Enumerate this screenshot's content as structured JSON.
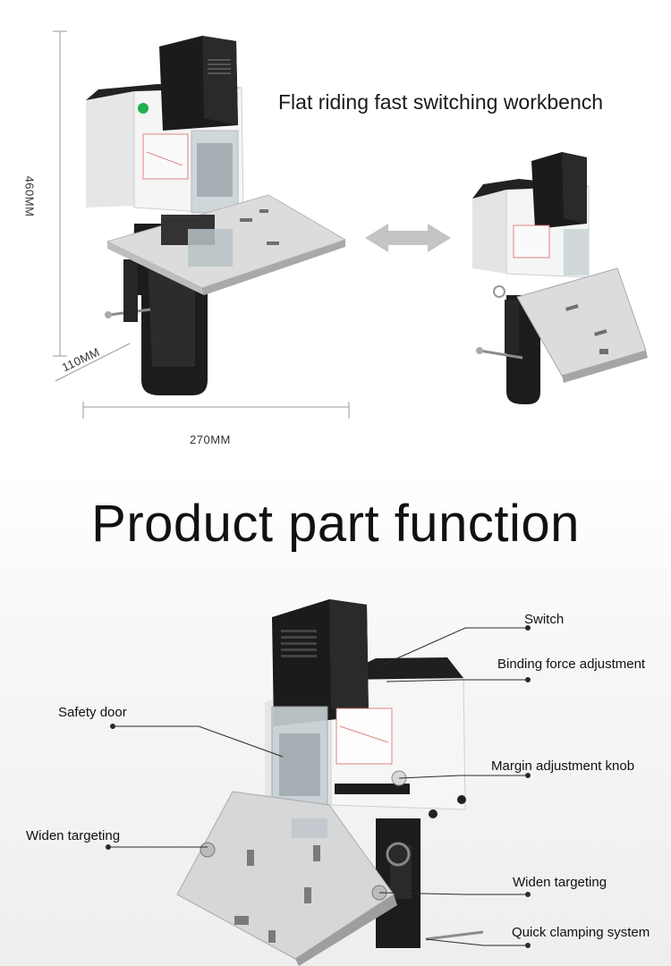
{
  "dimensions": {
    "height": "460MM",
    "depth": "110MM",
    "width": "270MM"
  },
  "headline": "Flat riding fast switching workbench",
  "section_title": "Product part function",
  "parts": {
    "switch": "Switch",
    "binding_force": "Binding force adjustment",
    "safety_door": "Safety door",
    "margin_knob": "Margin adjustment knob",
    "widen_left": "Widen targeting",
    "widen_right": "Widen targeting",
    "quick_clamp": "Quick clamping system"
  },
  "colors": {
    "body_black": "#1b1b1b",
    "panel_white": "#f4f4f4",
    "plate_steel": "#d9dadc",
    "indicator_green": "#22b14c"
  }
}
